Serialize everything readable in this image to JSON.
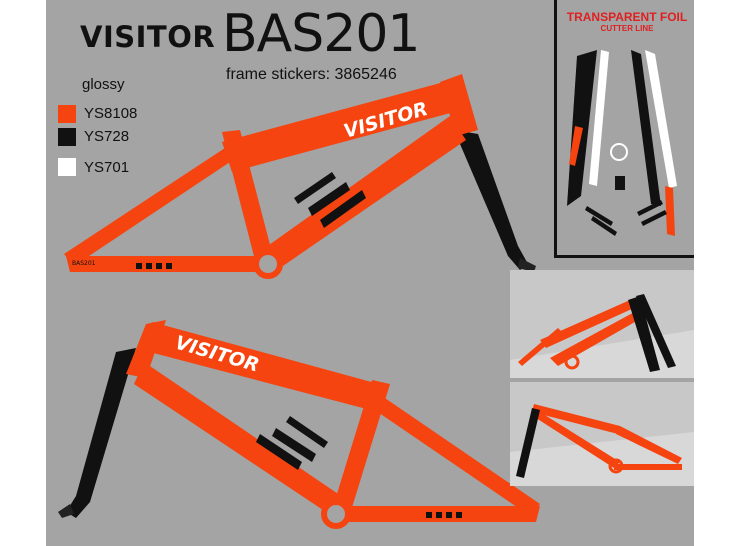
{
  "brand": "VISITOR",
  "model": "BAS201",
  "frame_stickers": "frame stickers: 3865246",
  "finish": "glossy",
  "colors": [
    {
      "code": "YS8108",
      "hex": "#f5440f"
    },
    {
      "code": "YS728",
      "hex": "#111111"
    },
    {
      "code": "YS701",
      "hex": "#ffffff"
    }
  ],
  "foil": {
    "title": "TRANSPARENT FOIL",
    "subtitle": "CUTTER LINE"
  },
  "frame_logo": "VISITOR",
  "frame_tag": "BAS201",
  "accent_color": "#f5440f",
  "foil_title_color": "#e02020"
}
